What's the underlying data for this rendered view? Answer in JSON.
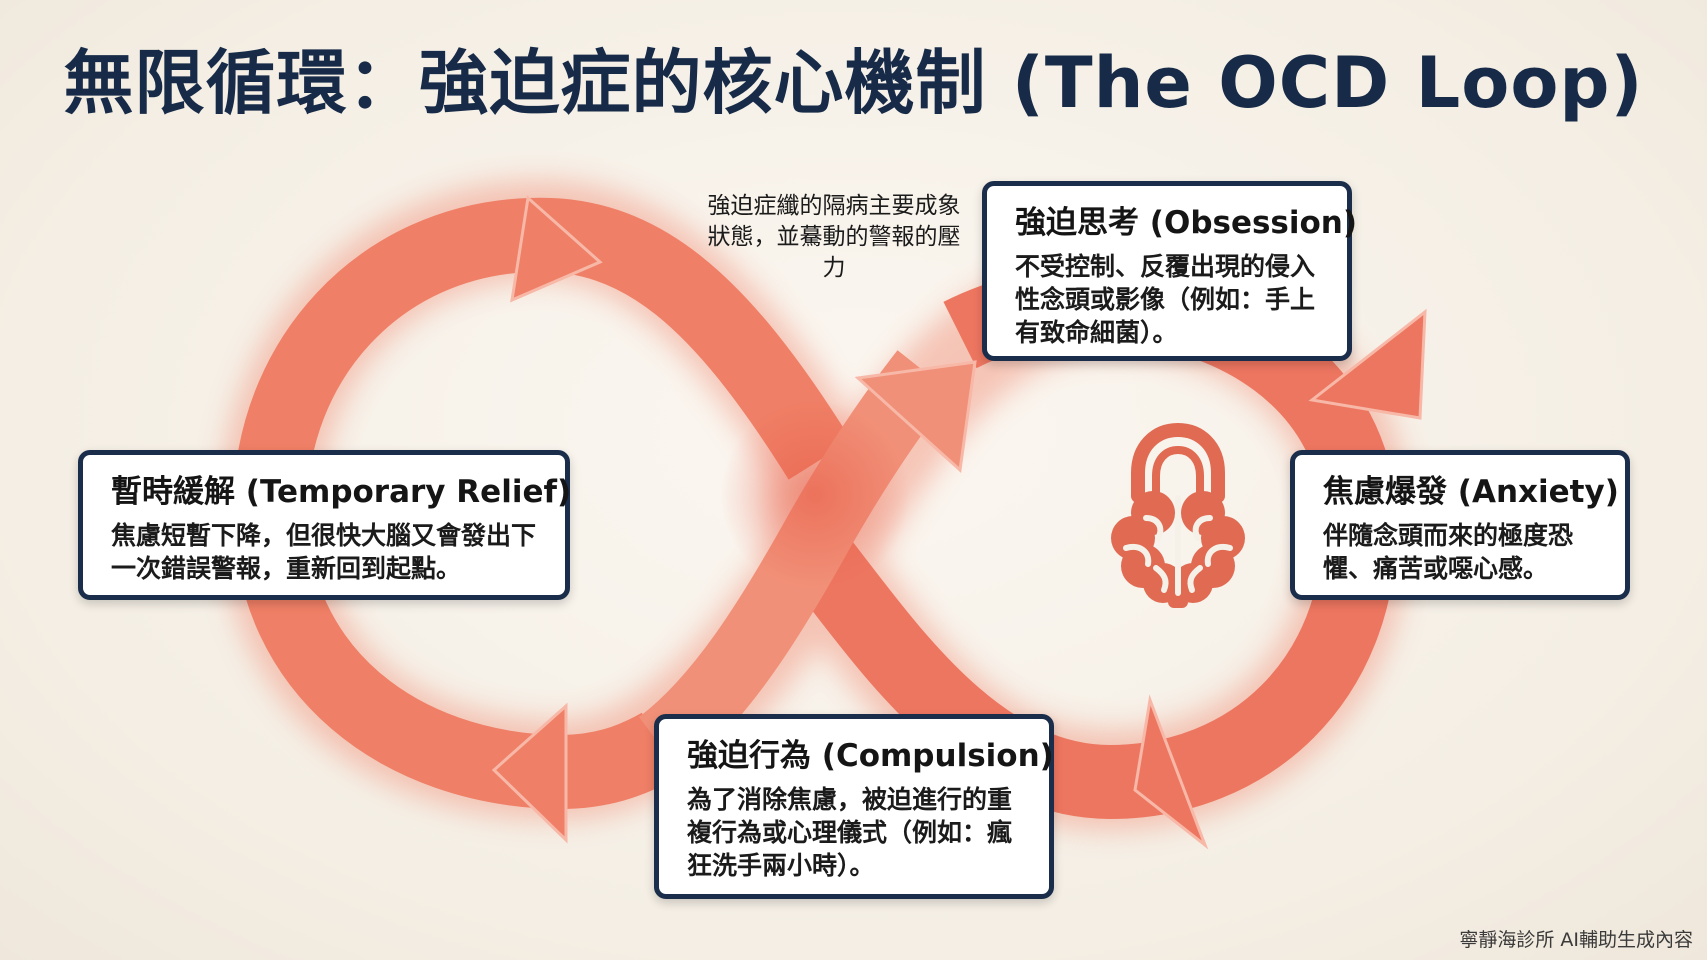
{
  "title": "無限循環：強迫症的核心機制 (The OCD Loop)",
  "note": "強迫症纖的隔病主要成象狀態，並驀動的警報的壓力",
  "stages": {
    "obsession": {
      "title": "強迫思考 (Obsession)",
      "text": "不受控制、反覆出現的侵入性念頭或影像（例如：手上有致命細菌）。"
    },
    "anxiety": {
      "title": "焦慮爆發 (Anxiety)",
      "text": "伴隨念頭而來的極度恐懼、痛苦或噁心感。"
    },
    "compulsion": {
      "title": "強迫行為 (Compulsion)",
      "text": "為了消除焦慮，被迫進行的重複行為或心理儀式（例如：瘋狂洗手兩小時）。"
    },
    "relief": {
      "title": "暫時緩解 (Temporary Relief)",
      "text": "焦慮短暫下降，但很快大腦又會發出下一次錯誤警報，重新回到起點。"
    }
  },
  "icons": {
    "center": "brain-lock-icon",
    "loop": "infinity-loop-arrows"
  },
  "colors": {
    "loop": "#ee7b64",
    "loop_dark": "#e35d47",
    "box_border": "#1a2d4a",
    "title": "#172b48"
  },
  "footer": "寧靜海診所 AI輔助生成內容"
}
